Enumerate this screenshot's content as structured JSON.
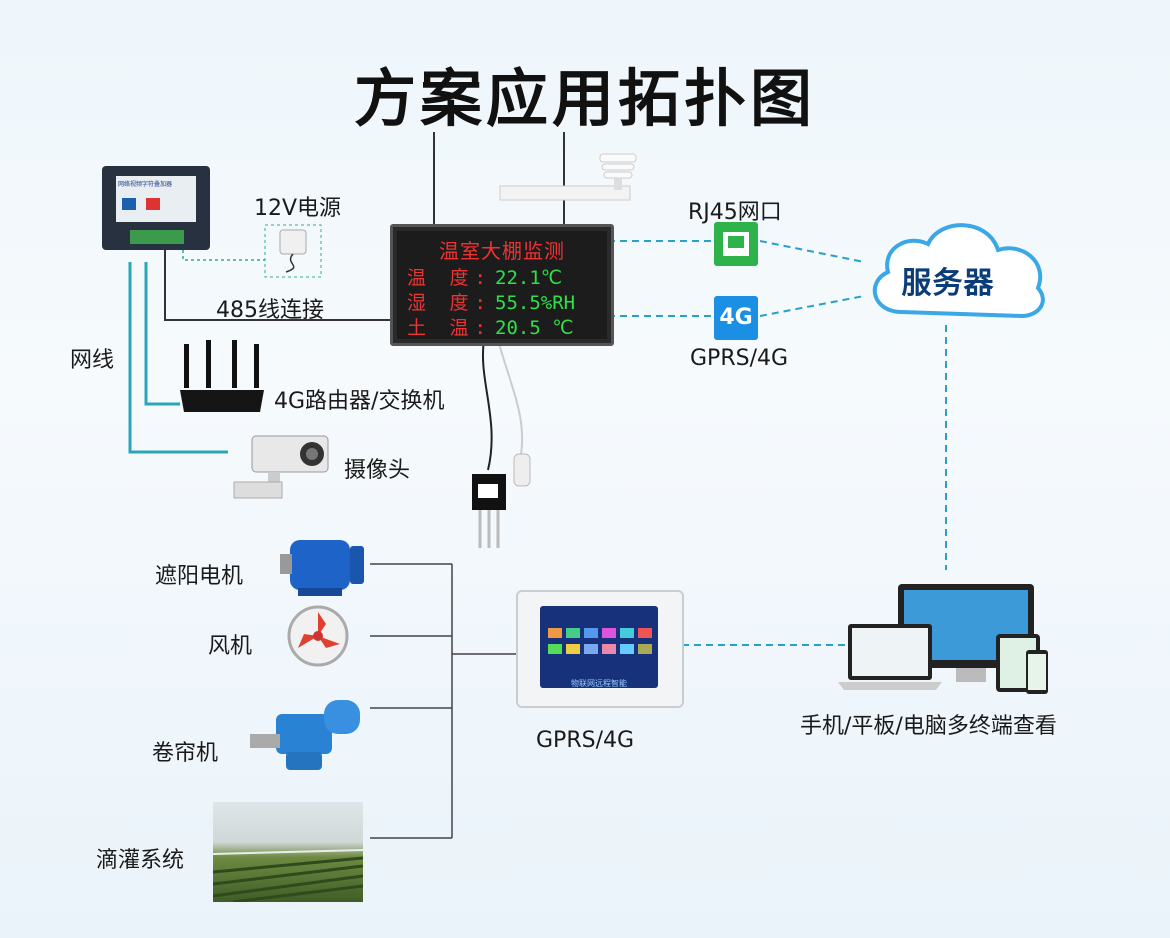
{
  "title": "方案应用拓扑图",
  "display": {
    "heading": "温室大棚监测",
    "rows": [
      {
        "label": "温 度:",
        "value": "22.1℃"
      },
      {
        "label": "湿 度:",
        "value": "55.5%RH"
      },
      {
        "label": "土 温:",
        "value": "20.5 ℃"
      }
    ]
  },
  "labels": {
    "power": "12V电源",
    "rs485": "485线连接",
    "network_cable": "网线",
    "router": "4G路由器/交换机",
    "camera": "摄像头",
    "rj45": "RJ45网口",
    "gprs_icon_text": "4G",
    "gprs_top": "GPRS/4G",
    "server": "服务器",
    "gprs_bottom": "GPRS/4G",
    "terminals": "手机/平板/电脑多终端查看",
    "shade_motor": "遮阳电机",
    "fan": "风机",
    "curtain_machine": "卷帘机",
    "drip_irrigation": "滴灌系统"
  },
  "device_text": {
    "panel_name": "网络视频字符叠加器",
    "controller_caption": "物联网远程智能"
  },
  "icons": [
    "rj45-port-icon",
    "cloud-icon",
    "router-icon",
    "camera-icon",
    "motor-icon",
    "fan-icon",
    "curtain-machine-icon",
    "monitor-icon",
    "laptop-icon",
    "tablet-icon",
    "phone-icon",
    "sensor-icon"
  ],
  "colors": {
    "led_red": "#e33333",
    "led_green": "#2ee04a",
    "network_blue": "#2aa6b8",
    "dashed_link": "#28a0c8",
    "rj45_green": "#2db34a",
    "badge_blue": "#1a8fe3",
    "server_text": "#0b3d7a"
  }
}
